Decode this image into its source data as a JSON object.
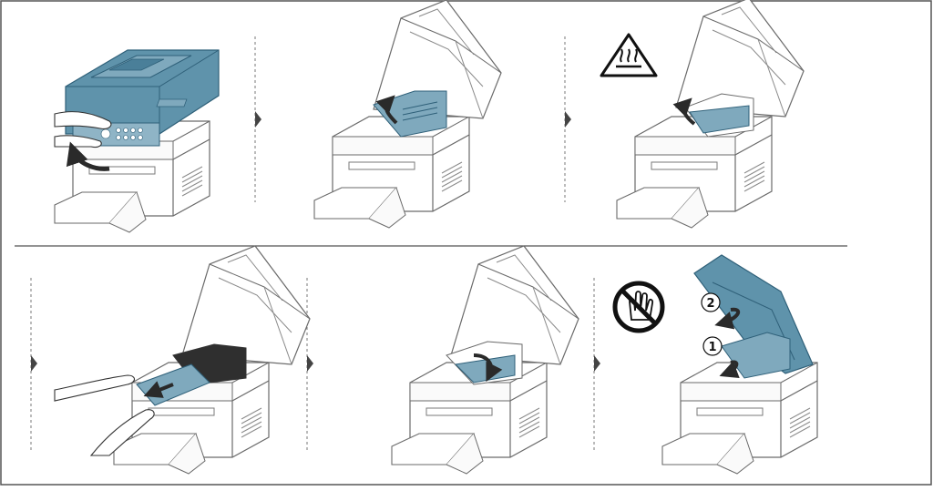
{
  "colors": {
    "border": "#555555",
    "line": "#6a6a6a",
    "fill_white": "#ffffff",
    "fill_light": "#f4f4f4",
    "blue": "#4a7f99",
    "blue_light": "#7fa9bd",
    "blue_dark": "#2f6079",
    "arrow": "#2a2a2a",
    "warning_fill": "#ffffff"
  },
  "icons": {
    "hot_warning": "hot-surface-warning-icon",
    "do_not_touch": "do-not-touch-icon",
    "step_arrow": "step-arrow-icon"
  },
  "steps": [
    {
      "id": 1,
      "action": "open-control-panel"
    },
    {
      "id": 2,
      "action": "open-scan-unit"
    },
    {
      "id": 3,
      "action": "open-inner-cover"
    },
    {
      "id": 4,
      "action": "remove-jammed-paper"
    },
    {
      "id": 5,
      "action": "close-inner-cover"
    },
    {
      "id": 6,
      "action": "close-scan-unit"
    }
  ],
  "callouts": {
    "first": "1",
    "second": "2"
  }
}
